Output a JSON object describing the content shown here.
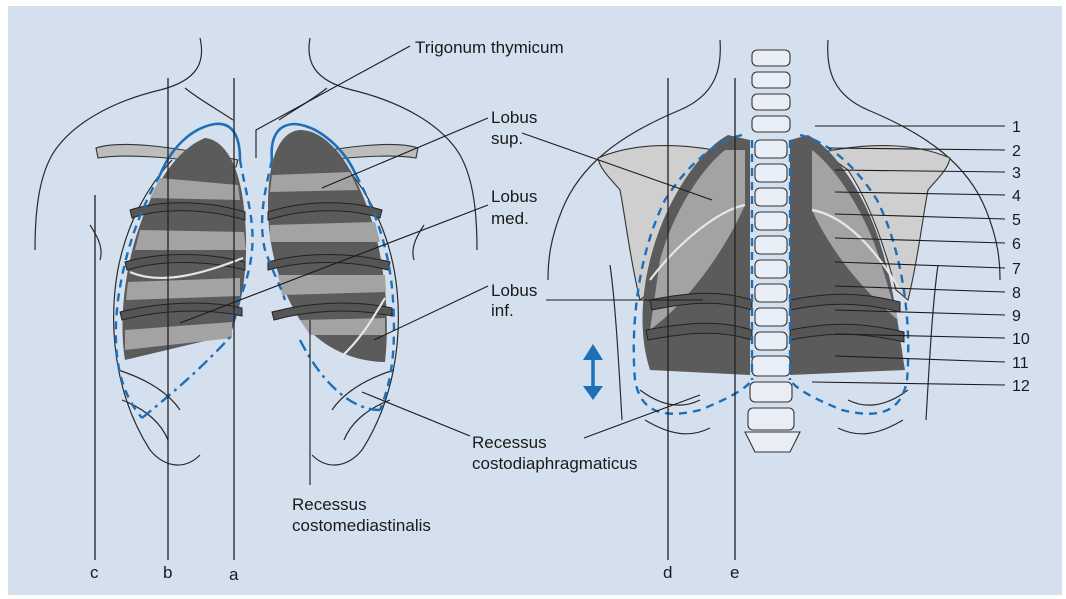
{
  "labels": {
    "trigonum": "Trigonum thymicum",
    "lobus_sup_1": "Lobus",
    "lobus_sup_2": "sup.",
    "lobus_med_1": "Lobus",
    "lobus_med_2": "med.",
    "lobus_inf_1": "Lobus",
    "lobus_inf_2": "inf.",
    "recessus_cd_1": "Recessus",
    "recessus_cd_2": "costodiaphragmaticus",
    "recessus_cm_1": "Recessus",
    "recessus_cm_2": "costomediastinalis"
  },
  "reference_lines": {
    "a": "a",
    "b": "b",
    "c": "c",
    "d": "d",
    "e": "e"
  },
  "rib_numbers": [
    "1",
    "2",
    "3",
    "4",
    "5",
    "6",
    "7",
    "8",
    "9",
    "10",
    "11",
    "12"
  ],
  "colors": {
    "background": "#d5e0ef",
    "pleura": "#1d6fb8",
    "lung_dark": "#5b5b5b",
    "lung_light": "#a3a3a3",
    "arrow": "#1d6fb8"
  },
  "icons": {
    "breathing_arrow": "double-headed-vertical-arrow"
  }
}
